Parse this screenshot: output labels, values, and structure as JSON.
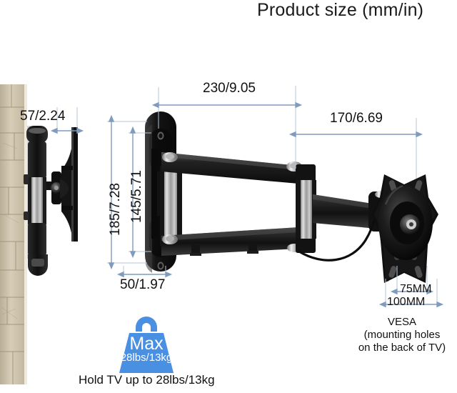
{
  "title": "Product size (mm/in)",
  "dimensions": {
    "top_width": "230/9.05",
    "right_width": "170/6.69",
    "outer_height": "185/7.28",
    "inner_height": "145/5.71",
    "plate_width": "50/1.97",
    "depth": "57/2.24"
  },
  "vesa": {
    "inner": "75MM",
    "outer": "100MM",
    "label": "VESA",
    "caption_line1": "(mounting holes",
    "caption_line2": "on the back of TV)"
  },
  "capacity": {
    "badge_title": "Max",
    "badge_value": "28lbs/13kg",
    "caption": "Hold TV up to 28lbs/13kg"
  },
  "colors": {
    "dimension_line": "#8fa8c8",
    "extension_line": "#b9c6d6",
    "accent_blue": "#4a90e2",
    "bracket_black": "#1a1a1a",
    "wall_stone": "#cdc3ae"
  }
}
